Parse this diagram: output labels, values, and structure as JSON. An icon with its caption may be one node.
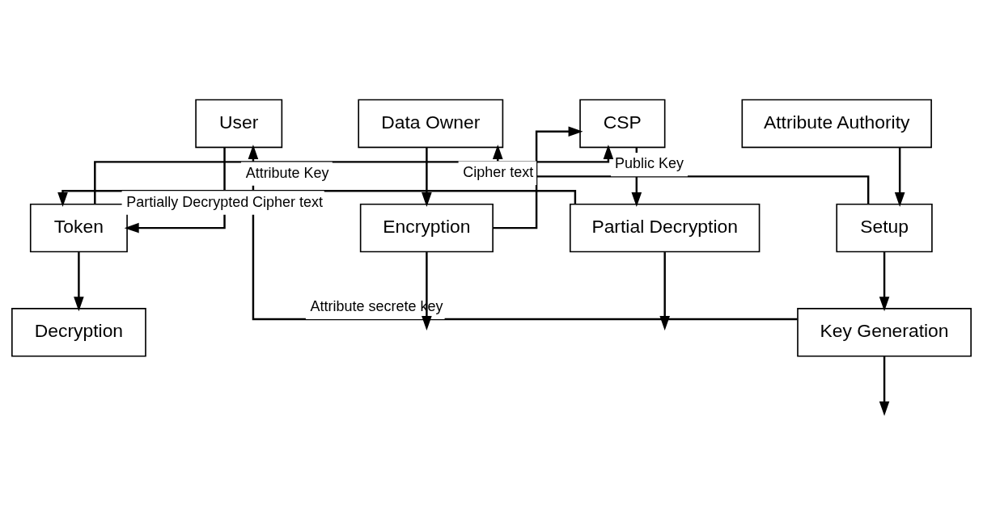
{
  "diagram": {
    "nodes": [
      {
        "text": [
          "User"
        ]
      },
      {
        "text": [
          "Data Owner"
        ]
      },
      {
        "text": [
          "CSP"
        ]
      },
      {
        "text": [
          "Attribute Authority"
        ]
      },
      {
        "text": [
          "Setup"
        ]
      },
      {
        "text": [
          "Key Generation"
        ]
      },
      {
        "text": [
          "Token"
        ]
      },
      {
        "text": [
          "Encryption"
        ]
      },
      {
        "text": [
          "Partial Decryption"
        ]
      },
      {
        "text": [
          "Decryption"
        ]
      }
    ],
    "edges": [
      {
        "from": 3,
        "to": 4,
        "arrow": "to"
      },
      {
        "from": 4,
        "to": 1,
        "arrow": "to",
        "label": "Public Key"
      },
      {
        "from": 4,
        "to": 5,
        "arrow": "to"
      },
      {
        "from": 5,
        "to": 0,
        "arrow": "to",
        "label": "Attribute secrete key"
      },
      {
        "from": 0,
        "to": 6,
        "arrow": "to"
      },
      {
        "from": 6,
        "to": 2,
        "arrow": "to",
        "label": "Attribute Key"
      },
      {
        "from": 1,
        "to": 7,
        "arrow": "to"
      },
      {
        "from": 5,
        "to": null,
        "arrow": "to"
      },
      {
        "from": 7,
        "to": 2,
        "arrow": "to",
        "label": "Cipher text"
      },
      {
        "from": 2,
        "to": 8,
        "arrow": "to"
      },
      {
        "from": 8,
        "to": 6,
        "arrow": "to",
        "label": "Partially Decrypted Cipher text"
      },
      {
        "from": 6,
        "to": 9,
        "arrow": "to"
      },
      {
        "from": 7,
        "to": null,
        "arrow": "to"
      },
      {
        "from": 8,
        "to": null,
        "arrow": "to"
      }
    ]
  }
}
